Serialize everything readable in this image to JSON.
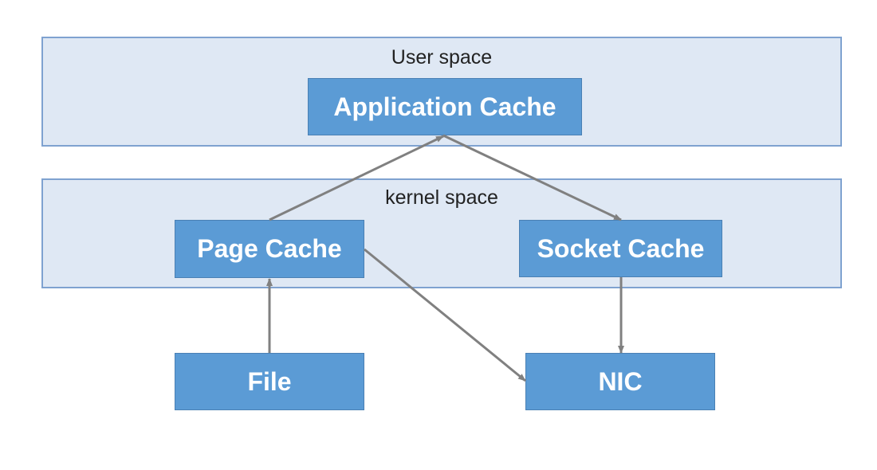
{
  "layers": {
    "user": {
      "label": "User space"
    },
    "kernel": {
      "label": "kernel space"
    }
  },
  "nodes": {
    "application_cache": "Application Cache",
    "page_cache": "Page Cache",
    "socket_cache": "Socket Cache",
    "file": "File",
    "nic": "NIC"
  },
  "edges": [
    {
      "from": "page_cache",
      "to": "application_cache"
    },
    {
      "from": "application_cache",
      "to": "socket_cache"
    },
    {
      "from": "file",
      "to": "page_cache"
    },
    {
      "from": "page_cache",
      "to": "nic"
    },
    {
      "from": "socket_cache",
      "to": "nic"
    }
  ],
  "colors": {
    "layer_fill": "#dfe8f4",
    "layer_border": "#7fa2d0",
    "node_fill": "#5b9bd5",
    "node_text": "#ffffff",
    "arrow": "#808080"
  }
}
